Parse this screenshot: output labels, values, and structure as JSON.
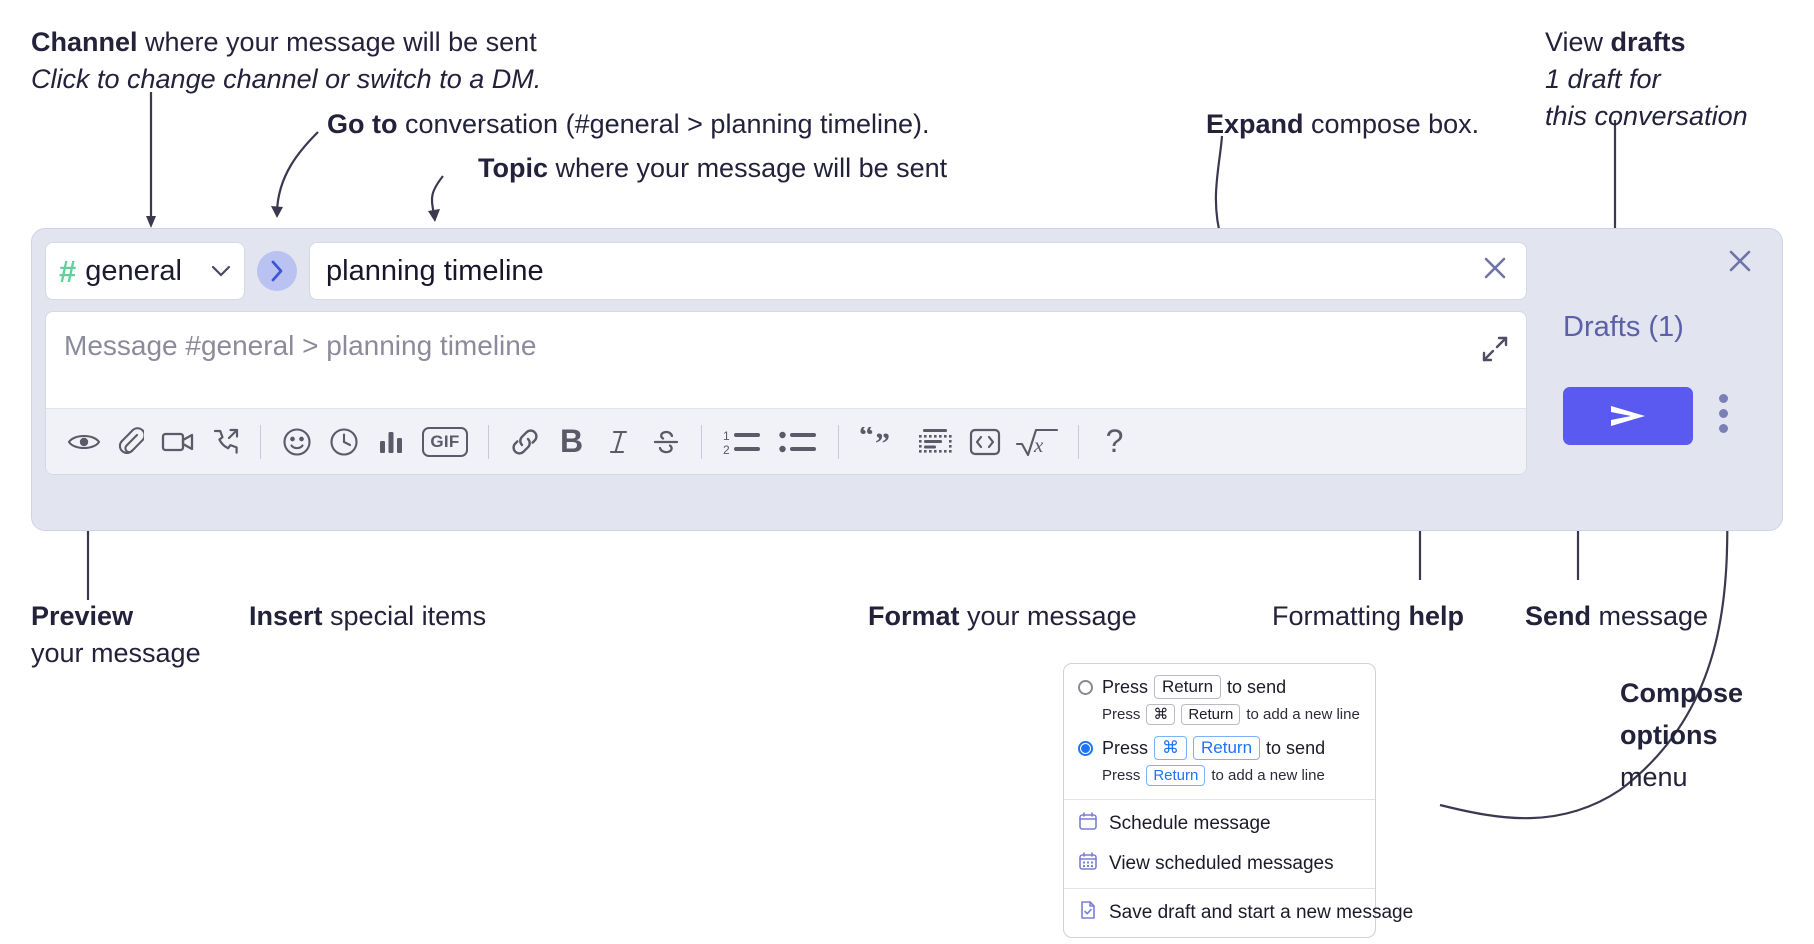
{
  "annotations": {
    "channel": {
      "bold": "Channel",
      "rest": " where your message will be sent",
      "italic": "Click to change channel or switch to a DM."
    },
    "goto": {
      "bold": "Go to",
      "rest": " conversation (#general > planning timeline)."
    },
    "topic": {
      "bold": "Topic",
      "rest": " where your message will be sent"
    },
    "expand": {
      "bold": "Expand",
      "rest": " compose box."
    },
    "drafts": {
      "normal": "View ",
      "bold": "drafts",
      "italic1": "1 draft for",
      "italic2": "this conversation"
    },
    "preview": {
      "bold": "Preview",
      "rest": "your message"
    },
    "insert": {
      "bold": "Insert",
      "rest": " special items"
    },
    "format": {
      "bold": "Format",
      "rest": " your message"
    },
    "help": {
      "normal": "Formatting ",
      "bold": "help"
    },
    "send": {
      "bold": "Send",
      "rest": " message"
    },
    "compose_options": {
      "bold1": "Compose",
      "bold2": "options",
      "normal": "menu"
    }
  },
  "compose": {
    "channel": {
      "hash": "#",
      "name": "general",
      "chevron": "chevron-down"
    },
    "goto_glyph": "›",
    "topic": {
      "value": "planning timeline",
      "clear": "×"
    },
    "message": {
      "placeholder": "Message #general > planning timeline",
      "value": ""
    },
    "toolbar": [
      {
        "name": "preview-icon",
        "label": "Preview"
      },
      {
        "name": "attachment-icon",
        "label": "Attach file"
      },
      {
        "name": "video-icon",
        "label": "Record video"
      },
      {
        "name": "audio-call-icon",
        "label": "Record audio"
      },
      {
        "name": "separator",
        "label": ""
      },
      {
        "name": "emoji-icon",
        "label": "Emoji"
      },
      {
        "name": "clock-icon",
        "label": "Schedule"
      },
      {
        "name": "poll-icon",
        "label": "Poll"
      },
      {
        "name": "gif-icon",
        "label": "GIF"
      },
      {
        "name": "separator",
        "label": ""
      },
      {
        "name": "link-icon",
        "label": "Link"
      },
      {
        "name": "bold-icon",
        "label": "B"
      },
      {
        "name": "italic-icon",
        "label": "I"
      },
      {
        "name": "strikethrough-icon",
        "label": "Strikethrough"
      },
      {
        "name": "separator",
        "label": ""
      },
      {
        "name": "ordered-list-icon",
        "label": "Ordered list"
      },
      {
        "name": "bulleted-list-icon",
        "label": "Bulleted list"
      },
      {
        "name": "separator",
        "label": ""
      },
      {
        "name": "blockquote-icon",
        "label": "Blockquote"
      },
      {
        "name": "code-block-icon",
        "label": "Code block"
      },
      {
        "name": "inline-code-icon",
        "label": "Inline code"
      },
      {
        "name": "latex-icon",
        "label": "LaTeX"
      },
      {
        "name": "separator",
        "label": ""
      },
      {
        "name": "help-icon",
        "label": "?"
      }
    ]
  },
  "rail": {
    "close": "×",
    "drafts_label": "Drafts (1)",
    "send_glyph": "send-arrow",
    "kebab": "compose-options"
  },
  "menu": {
    "options": [
      {
        "selected": false,
        "main": [
          {
            "t": "text",
            "v": "Press"
          },
          {
            "t": "key",
            "v": "Return"
          },
          {
            "t": "text",
            "v": "to send"
          }
        ],
        "sub": [
          {
            "t": "text",
            "v": "Press"
          },
          {
            "t": "key",
            "v": "⌘"
          },
          {
            "t": "key",
            "v": "Return"
          },
          {
            "t": "text",
            "v": "to add a new line"
          }
        ]
      },
      {
        "selected": true,
        "main": [
          {
            "t": "text",
            "v": "Press"
          },
          {
            "t": "key-blue",
            "v": "⌘"
          },
          {
            "t": "key-blue",
            "v": "Return"
          },
          {
            "t": "text",
            "v": "to send"
          }
        ],
        "sub": [
          {
            "t": "text",
            "v": "Press"
          },
          {
            "t": "key-blue",
            "v": "Return"
          },
          {
            "t": "text",
            "v": "to add a new line"
          }
        ]
      }
    ],
    "items": [
      {
        "icon": "calendar-icon",
        "label": "Schedule message"
      },
      {
        "icon": "calendar-grid-icon",
        "label": "View scheduled messages"
      },
      {
        "icon": "save-draft-icon",
        "label": "Save draft and start a new message",
        "divider_above": true
      }
    ]
  },
  "colors": {
    "accent": "#5a5af0",
    "panel": "#e2e4f0",
    "link": "#5b60a8",
    "hash_green": "#62d09a",
    "radio_blue": "#1d74f5",
    "menu_icon": "#7b7fd4"
  }
}
